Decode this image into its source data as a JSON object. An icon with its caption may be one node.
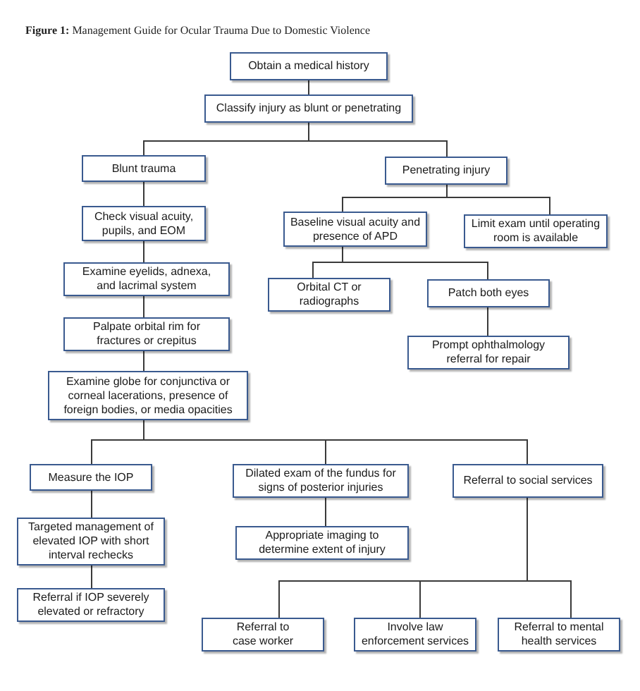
{
  "diagram": {
    "title": "**Figure 1:** Management Guide for Ocular Trauma Due to Domestic Violence",
    "nodes": [
      {
        "text": [
          "Obtain a medical history"
        ]
      },
      {
        "text": [
          "Classify injury as blunt or penetrating"
        ]
      },
      {
        "text": [
          "Blunt trauma"
        ]
      },
      {
        "text": [
          "Penetrating injury"
        ]
      },
      {
        "text": [
          "Check visual acuity, pupils, and EOM"
        ]
      },
      {
        "text": [
          "Examine eyelids, adnexa, and lacrimal system"
        ]
      },
      {
        "text": [
          "Palpate orbital rim for fractures or crepitus"
        ]
      },
      {
        "text": [
          "Examine globe for conjunctiva or corneal lacerations, presence of foreign bodies, or media opacities"
        ]
      },
      {
        "text": [
          "Baseline visual acuity and presence of APD"
        ]
      },
      {
        "text": [
          "Limit exam until operating room is available"
        ]
      },
      {
        "text": [
          "Orbital CT or radiographs"
        ]
      },
      {
        "text": [
          "Patch both eyes"
        ]
      },
      {
        "text": [
          "Prompt ophthalmology referral for repair"
        ]
      },
      {
        "text": [
          "Measure the IOP"
        ]
      },
      {
        "text": [
          "Dilated exam of the fundus for signs of posterior injuries"
        ]
      },
      {
        "text": [
          "Referral to social services"
        ]
      },
      {
        "text": [
          "Targeted management of elevated IOP with short interval rechecks"
        ]
      },
      {
        "text": [
          "Appropriate imaging to determine extent of injury"
        ]
      },
      {
        "text": [
          "Referral if IOP severely elevated or refractory"
        ]
      },
      {
        "text": [
          "Referral to case worker"
        ]
      },
      {
        "text": [
          "Involve law enforcement services"
        ]
      },
      {
        "text": [
          "Referral to mental health services"
        ]
      }
    ],
    "edges": [
      {
        "from": 0,
        "to": 1,
        "arrow": "none"
      },
      {
        "from": 1,
        "to": 2,
        "arrow": "none"
      },
      {
        "from": 1,
        "to": 3,
        "arrow": "none"
      },
      {
        "from": 2,
        "to": 4,
        "arrow": "none"
      },
      {
        "from": 4,
        "to": 5,
        "arrow": "none"
      },
      {
        "from": 5,
        "to": 6,
        "arrow": "none"
      },
      {
        "from": 6,
        "to": 7,
        "arrow": "none"
      },
      {
        "from": 3,
        "to": 8,
        "arrow": "none"
      },
      {
        "from": 3,
        "to": 9,
        "arrow": "none"
      },
      {
        "from": 8,
        "to": 10,
        "arrow": "none"
      },
      {
        "from": 8,
        "to": 11,
        "arrow": "none"
      },
      {
        "from": 11,
        "to": 12,
        "arrow": "none"
      },
      {
        "from": 7,
        "to": 13,
        "arrow": "none"
      },
      {
        "from": 7,
        "to": 14,
        "arrow": "none"
      },
      {
        "from": 7,
        "to": 15,
        "arrow": "none"
      },
      {
        "from": 13,
        "to": 16,
        "arrow": "none"
      },
      {
        "from": 16,
        "to": 18,
        "arrow": "none"
      },
      {
        "from": 14,
        "to": 17,
        "arrow": "none"
      },
      {
        "from": 15,
        "to": 19,
        "arrow": "none"
      },
      {
        "from": 15,
        "to": 20,
        "arrow": "none"
      },
      {
        "from": 15,
        "to": 21,
        "arrow": "none"
      }
    ]
  }
}
